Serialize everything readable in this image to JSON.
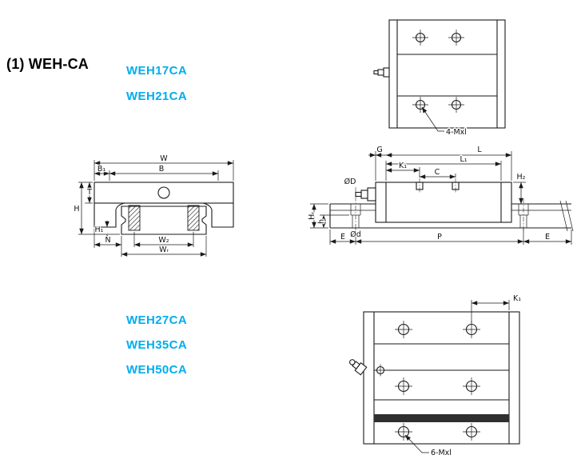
{
  "header": {
    "section_label": "(1) WEH-CA"
  },
  "models": {
    "top": [
      "WEH17CA",
      "WEH21CA"
    ],
    "bottom": [
      "WEH27CA",
      "WEH35CA",
      "WEH50CA"
    ]
  },
  "colors": {
    "model_accent": "#00ADEE",
    "line": "#1A1A1A"
  },
  "drawings": {
    "top_view_4bolt": {
      "screw_note": "4-Mxl"
    },
    "front_view": {
      "W": "W",
      "B1": "B₁",
      "B": "B",
      "T": "T",
      "H": "H",
      "H1": "H₁",
      "N": "N",
      "W2": "W₂",
      "WR": "Wᵣ"
    },
    "side_view": {
      "G": "G",
      "L": "L",
      "L1": "L₁",
      "K1": "K₁",
      "C": "C",
      "OD": "ØD",
      "Od": "Ød",
      "HR": "Hᵣ",
      "h": "h",
      "H2": "H₂",
      "E_left": "E",
      "P": "P",
      "E_right": "E"
    },
    "top_view_6bolt": {
      "K1": "K₁",
      "screw_note": "6-Mxl"
    }
  }
}
